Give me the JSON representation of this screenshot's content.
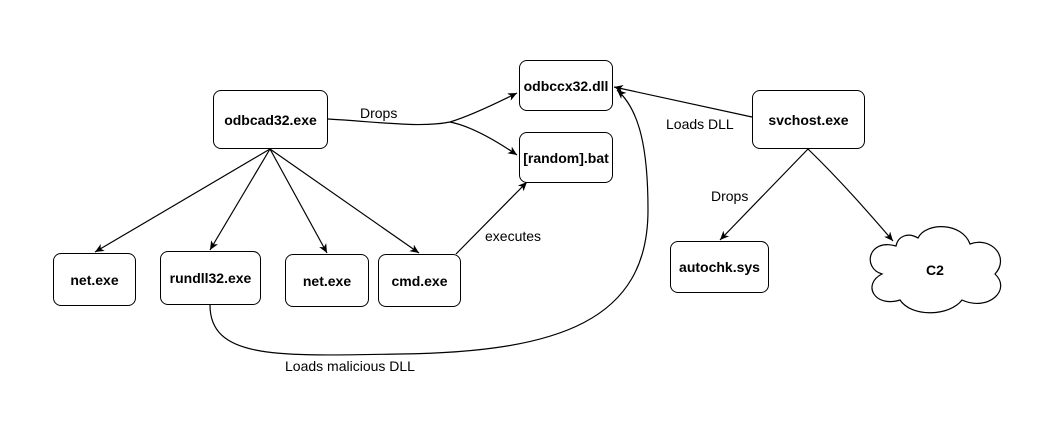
{
  "nodes": {
    "odbcad32": "odbcad32.exe",
    "odbccx32": "odbccx32.dll",
    "random_bat": "[random].bat",
    "svchost": "svchost.exe",
    "net1": "net.exe",
    "rundll32": "rundll32.exe",
    "net2": "net.exe",
    "cmd": "cmd.exe",
    "autochk": "autochk.sys",
    "c2": "C2"
  },
  "edge_labels": {
    "drops_odbcad": "Drops",
    "loads_dll": "Loads DLL",
    "executes": "executes",
    "drops_svchost": "Drops",
    "loads_malicious": "Loads malicious DLL"
  }
}
